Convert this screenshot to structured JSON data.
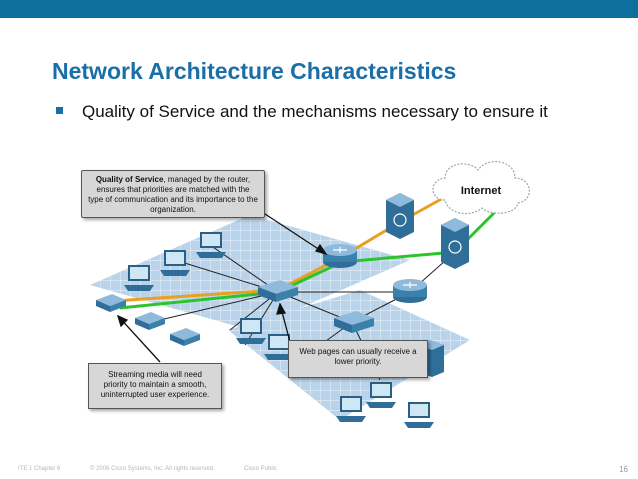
{
  "slide": {
    "title": "Network Architecture Characteristics",
    "bullet": "Quality of Service and the mechanisms necessary to ensure it",
    "page_number": "16"
  },
  "footer": {
    "course": "ITE 1 Chapter 6",
    "copyright": "© 2006 Cisco Systems, Inc. All rights reserved.",
    "classification": "Cisco Public"
  },
  "diagram": {
    "cloud_label": "Internet",
    "callouts": {
      "qos_bold": "Quality of Service",
      "qos_rest": ", managed by the router, ensures that priorities are matched with the type of communication and its importance to the organization.",
      "web": "Web pages can usually receive a lower priority.",
      "streaming": "Streaming media will need priority to maintain a smooth, uninterrupted user experience."
    },
    "colors": {
      "topbar": "#0f6f9c",
      "title": "#1b6fa8",
      "high_priority_link": "#e8a020",
      "low_priority_link": "#2cc42c",
      "lan_floor": "#b9d4ea"
    }
  }
}
